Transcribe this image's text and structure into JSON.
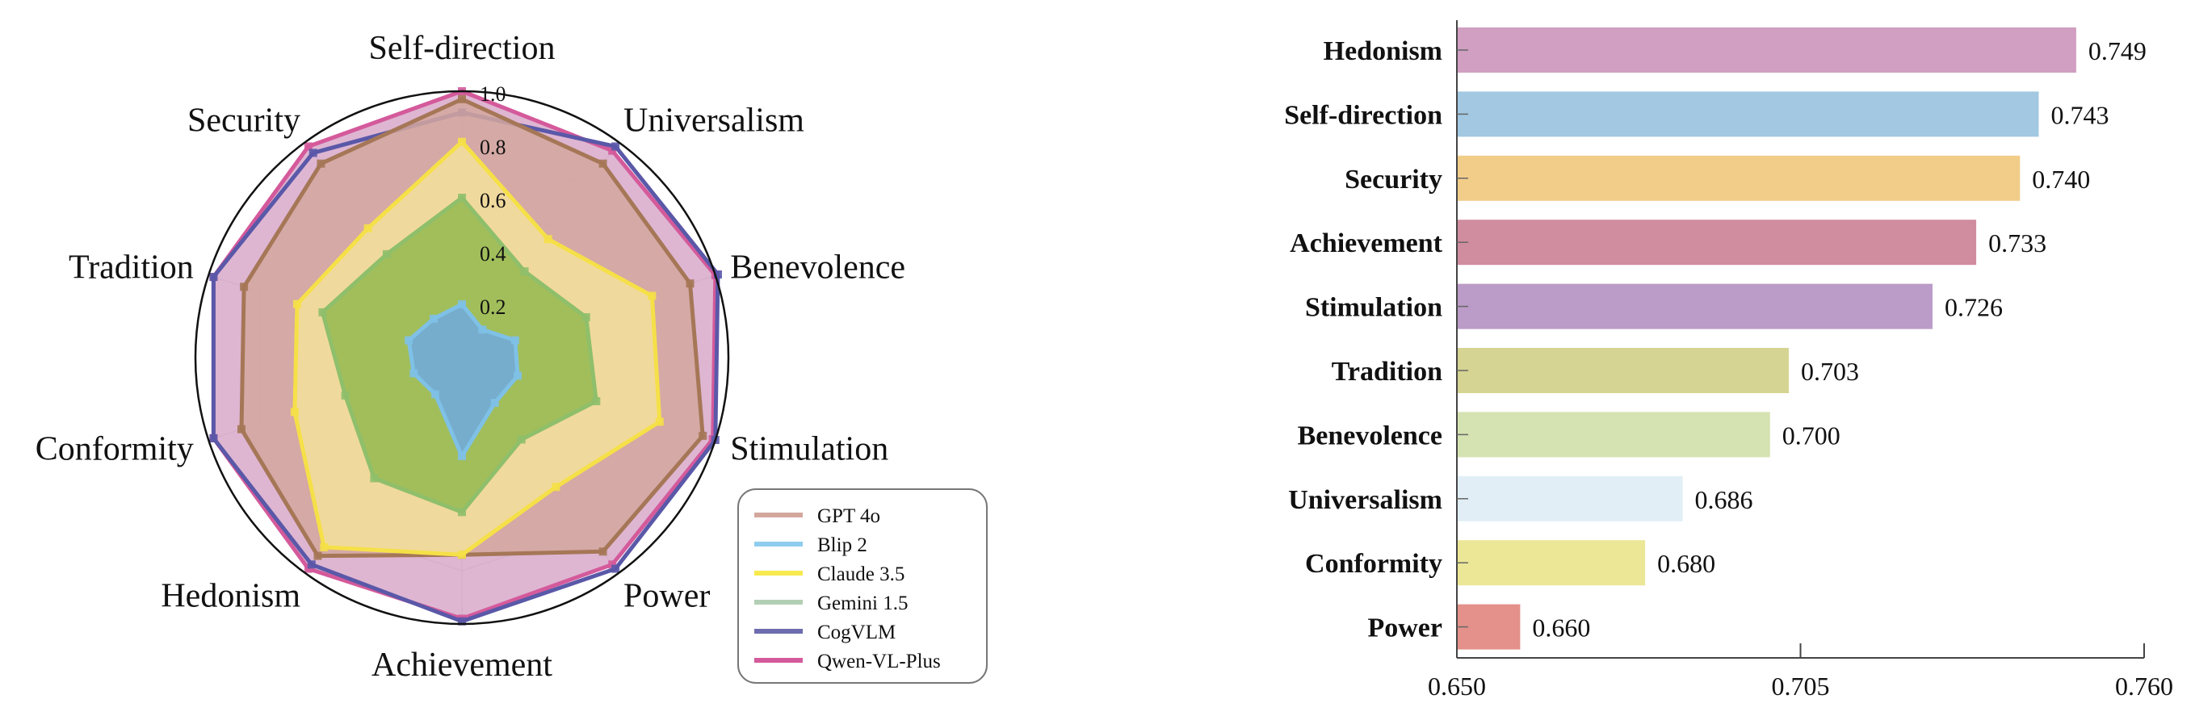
{
  "chart_data": [
    {
      "type": "radar",
      "title": "",
      "axes": [
        "Self-direction",
        "Universalism",
        "Benevolence",
        "Stimulation",
        "Power",
        "Achievement",
        "Hedonism",
        "Conformity",
        "Tradition",
        "Security"
      ],
      "rlim": [
        0,
        1.0
      ],
      "rticks": [
        "0.2",
        "0.4",
        "0.6",
        "0.8",
        "1.0"
      ],
      "rtick_values": [
        0.2,
        0.4,
        0.6,
        0.8,
        1.0
      ],
      "grid": true,
      "legend_position": "bottom-right",
      "series": [
        {
          "name": "Qwen-VL-Plus",
          "color": "#d45a9b",
          "fill": "#d8a9ca",
          "values": [
            1.0,
            0.96,
            1.0,
            0.99,
            0.96,
            0.98,
            0.98,
            0.98,
            0.98,
            0.98
          ]
        },
        {
          "name": "CogVLM",
          "color": "#5a58a8",
          "fill": "none",
          "values": [
            0.92,
            0.98,
            1.01,
            1.0,
            0.98,
            0.99,
            0.96,
            0.98,
            0.98,
            0.95
          ]
        },
        {
          "name": "GPT 4o",
          "color": "#a57757",
          "fill": "#d4a79d",
          "values": [
            0.97,
            0.9,
            0.9,
            0.95,
            0.9,
            0.74,
            0.92,
            0.87,
            0.86,
            0.9
          ]
        },
        {
          "name": "Claude 3.5",
          "color": "#f5e048",
          "fill": "#f5e29a",
          "values": [
            0.81,
            0.55,
            0.75,
            0.78,
            0.6,
            0.74,
            0.88,
            0.66,
            0.65,
            0.6
          ]
        },
        {
          "name": "Gemini 1.5",
          "color": "#8fbf6a",
          "fill": "#93b850",
          "values": [
            0.6,
            0.4,
            0.49,
            0.53,
            0.38,
            0.58,
            0.56,
            0.46,
            0.55,
            0.48
          ]
        },
        {
          "name": "Blip 2",
          "color": "#7fc1e6",
          "fill": "#6fa9e0",
          "values": [
            0.2,
            0.13,
            0.21,
            0.22,
            0.21,
            0.37,
            0.17,
            0.19,
            0.21,
            0.18
          ]
        }
      ],
      "legend_order": [
        "GPT 4o",
        "Blip 2",
        "Claude 3.5",
        "Gemini 1.5",
        "CogVLM",
        "Qwen-VL-Plus"
      ],
      "legend_colors": [
        "#d4a79d",
        "#8fcdee",
        "#f7ea4f",
        "#b2cfb5",
        "#6d6cae",
        "#d45a9b"
      ]
    },
    {
      "type": "bar",
      "orientation": "horizontal",
      "title": "",
      "xlabel": "",
      "ylabel": "",
      "xlim": [
        0.65,
        0.76
      ],
      "xticks": [
        "0.650",
        "0.705",
        "0.760"
      ],
      "xtick_values": [
        0.65,
        0.705,
        0.76
      ],
      "grid": false,
      "categories": [
        "Hedonism",
        "Self-direction",
        "Security",
        "Achievement",
        "Stimulation",
        "Tradition",
        "Benevolence",
        "Universalism",
        "Conformity",
        "Power"
      ],
      "values": [
        0.749,
        0.743,
        0.74,
        0.733,
        0.726,
        0.703,
        0.7,
        0.686,
        0.68,
        0.66
      ],
      "value_labels": [
        "0.749",
        "0.743",
        "0.740",
        "0.733",
        "0.726",
        "0.703",
        "0.700",
        "0.686",
        "0.680",
        "0.660"
      ],
      "colors": [
        "#d09fc1",
        "#a2c8e2",
        "#f2cd8a",
        "#d08d9f",
        "#bb9bc7",
        "#d5d492",
        "#d5e2b1",
        "#e1eef6",
        "#ebe797",
        "#e3918a"
      ]
    }
  ]
}
